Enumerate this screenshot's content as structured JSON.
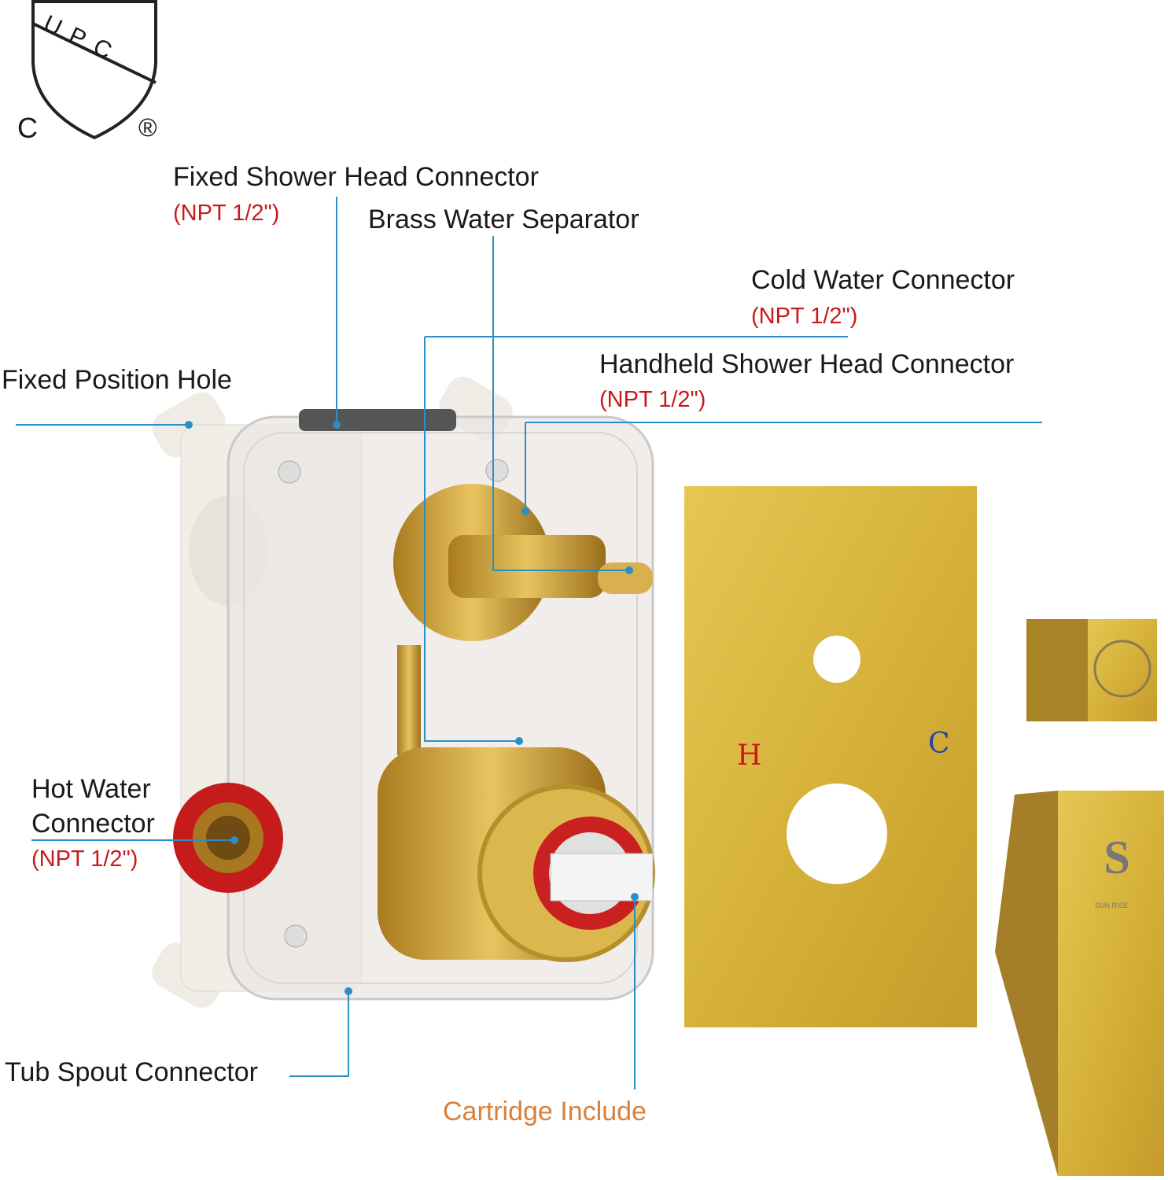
{
  "certification": {
    "mark": "UPC",
    "c_letter": "C",
    "registered": "®"
  },
  "labels": {
    "fixed_shower": {
      "title": "Fixed Shower Head Connector",
      "spec": "(NPT 1/2\")"
    },
    "brass_separator": {
      "title": "Brass Water Separator"
    },
    "cold_water": {
      "title": "Cold Water Connector",
      "spec": "(NPT 1/2\")"
    },
    "handheld_shower": {
      "title": "Handheld Shower Head Connector",
      "spec": "(NPT 1/2\")"
    },
    "fixed_hole": {
      "title": "Fixed Position Hole"
    },
    "hot_water": {
      "title_line1": "Hot Water",
      "title_line2": "Connector",
      "spec": "(NPT 1/2\")"
    },
    "tub_spout": {
      "title": "Tub Spout Connector"
    },
    "cartridge": {
      "title": "Cartridge Include"
    }
  },
  "trim_plate": {
    "hot_mark": "H",
    "cold_mark": "C"
  },
  "handle_brand": "SUN RISE",
  "colors": {
    "leader": "#2a8fc4",
    "spec_red": "#c8191c",
    "accent_orange": "#d9803a",
    "gold": "#d8b53c"
  }
}
